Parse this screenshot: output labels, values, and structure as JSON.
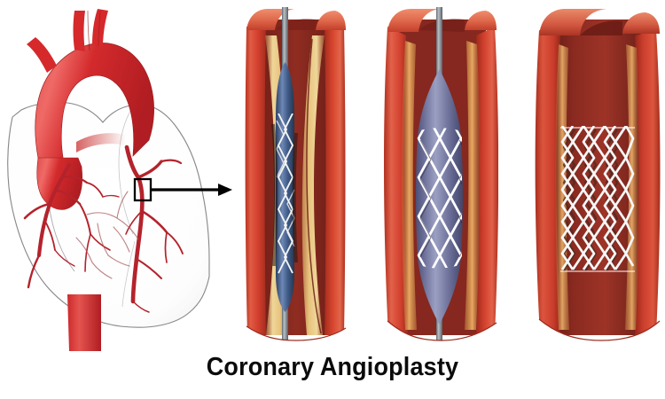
{
  "figure": {
    "title": "Coronary Angioplasty",
    "title_color": "#0b0b0b",
    "background_color": "#ffffff",
    "type": "medical-illustration"
  },
  "heart_panel": {
    "name": "heart-anatomy",
    "description": "Anterior view of the human heart with aortic arch and coronary arteries",
    "callout_box_label": "",
    "colors": {
      "aorta": "#d0262c",
      "aorta_highlight": "#e8555a",
      "artery": "#b4232c",
      "artery_light": "#c8555c",
      "heart_outline": "#7d7d80",
      "heart_fill": "#fefefe",
      "callout_stroke": "#000000"
    }
  },
  "panels": [
    {
      "index": 1,
      "name": "panel-balloon-catheter-inserted",
      "description": "Artery narrowed by plaque with deflated balloon catheter and crimped stent positioned across the lesion",
      "colors": {
        "vessel_outer": "#d4402f",
        "vessel_inner": "#8a2720",
        "plaque": "#e8c47a",
        "balloon": "#3f5f92",
        "catheter": "#8e949b",
        "stent": "#f2f2f2"
      }
    },
    {
      "index": 2,
      "name": "panel-balloon-inflated",
      "description": "Balloon inflated, expanding the stent and compressing the plaque against the artery wall",
      "colors": {
        "vessel_outer": "#d4402f",
        "vessel_inner": "#8a2720",
        "plaque": "#e3a85f",
        "balloon": "#6b6f99",
        "catheter": "#8e949b",
        "stent": "#ffffff"
      }
    },
    {
      "index": 3,
      "name": "panel-stent-deployed",
      "description": "Balloon and catheter withdrawn, stent permanently holding the artery open with restored blood flow",
      "colors": {
        "vessel_outer": "#cf4130",
        "vessel_inner": "#7d241e",
        "plaque": "#e0a765",
        "stent": "#f5f5f5",
        "blood": "#8f2a22"
      }
    }
  ]
}
